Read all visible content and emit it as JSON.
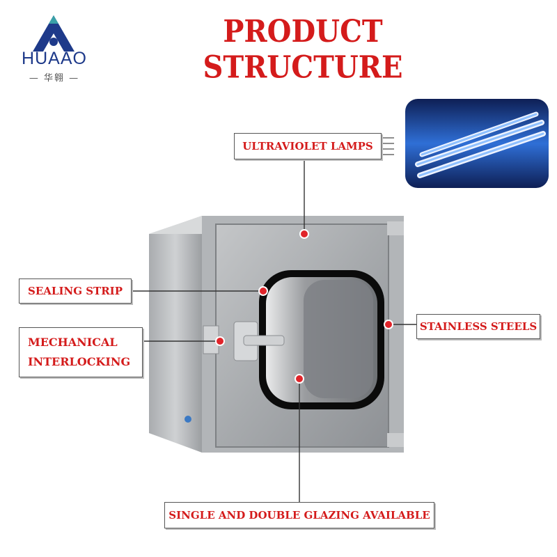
{
  "brand": {
    "name": "HUAAO",
    "subtitle": "华翱"
  },
  "title": "PRODUCT STRUCTURE",
  "callouts": {
    "uv_lamps": "ULTRAVIOLET LAMPS",
    "sealing_strip": "SEALING STRIP",
    "stainless": "STAINLESS STEELS",
    "interlock_line1": "MECHANICAL",
    "interlock_line2": "INTERLOCKING",
    "glazing": "SINGLE AND DOUBLE GLAZING AVAILABLE"
  },
  "colors": {
    "accent": "#d41b1b",
    "brand": "#1e3a8a",
    "steel": "#b9bcbf",
    "uv_glow": "#6fa8ff"
  }
}
